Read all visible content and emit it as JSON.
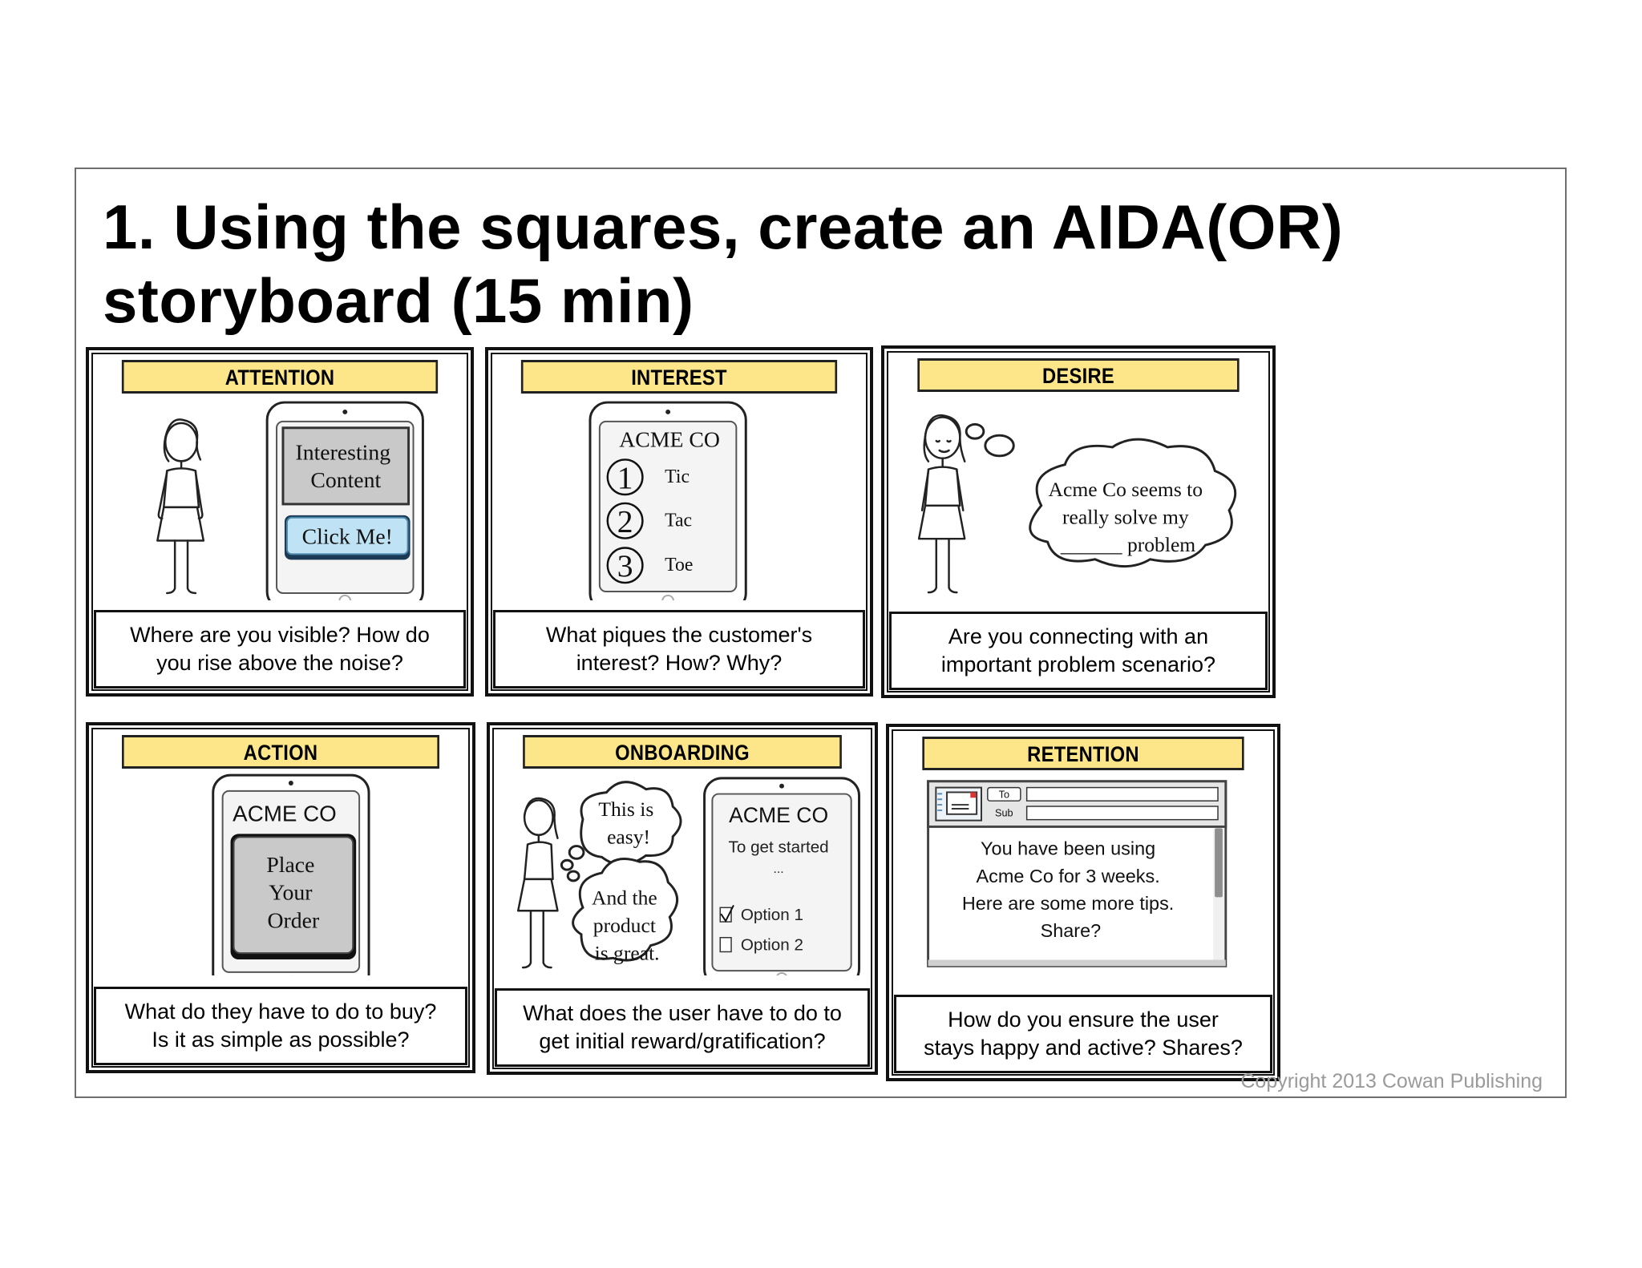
{
  "slide": {
    "title": "1. Using the squares, create an AIDA(OR) storyboard (15 min)",
    "copyright": "Copyright 2013 Cowan Publishing"
  },
  "colors": {
    "panel_title_bg": "#fde68a",
    "button_blue": "#bfe3f5",
    "screen_grey": "#c9c9c9",
    "border": "#111111"
  },
  "panels": [
    {
      "title": "ATTENTION",
      "caption": "Where are you visible? How do\nyou rise above the noise?",
      "phone_text": "Interesting\nContent",
      "phone_button": "Click Me!"
    },
    {
      "title": "INTEREST",
      "caption": "What piques the customer's\ninterest? How? Why?",
      "phone_brand": "ACME CO",
      "list": [
        {
          "num": "1",
          "label": "Tic"
        },
        {
          "num": "2",
          "label": "Tac"
        },
        {
          "num": "3",
          "label": "Toe"
        }
      ]
    },
    {
      "title": "DESIRE",
      "caption": "Are you connecting with an\nimportant problem scenario?",
      "thought_lines": [
        "Acme Co seems to",
        "really solve my",
        "______ problem"
      ]
    },
    {
      "title": "ACTION",
      "caption": "What do they have to do to buy?\nIs it as simple as possible?",
      "phone_brand": "ACME CO",
      "phone_button_lines": [
        "Place",
        "Your",
        "Order"
      ]
    },
    {
      "title": "ONBOARDING",
      "caption": "What does the user have to do to\nget initial reward/gratification?",
      "bubble1_lines": [
        "This is",
        "easy!"
      ],
      "bubble2_lines": [
        "And the",
        "product",
        "is great."
      ],
      "phone_brand": "ACME CO",
      "phone_subtitle": "To get started",
      "ellipsis": "...",
      "options": [
        {
          "label": "Option 1",
          "checked": true
        },
        {
          "label": "Option 2",
          "checked": false
        }
      ]
    },
    {
      "title": "RETENTION",
      "caption": "How do you ensure the user\nstays happy and active? Shares?",
      "email_to": "To",
      "email_sub": "Sub",
      "email_lines": [
        "You have been using",
        "Acme Co for 3 weeks.",
        "Here are some more tips.",
        "Share?"
      ]
    }
  ]
}
